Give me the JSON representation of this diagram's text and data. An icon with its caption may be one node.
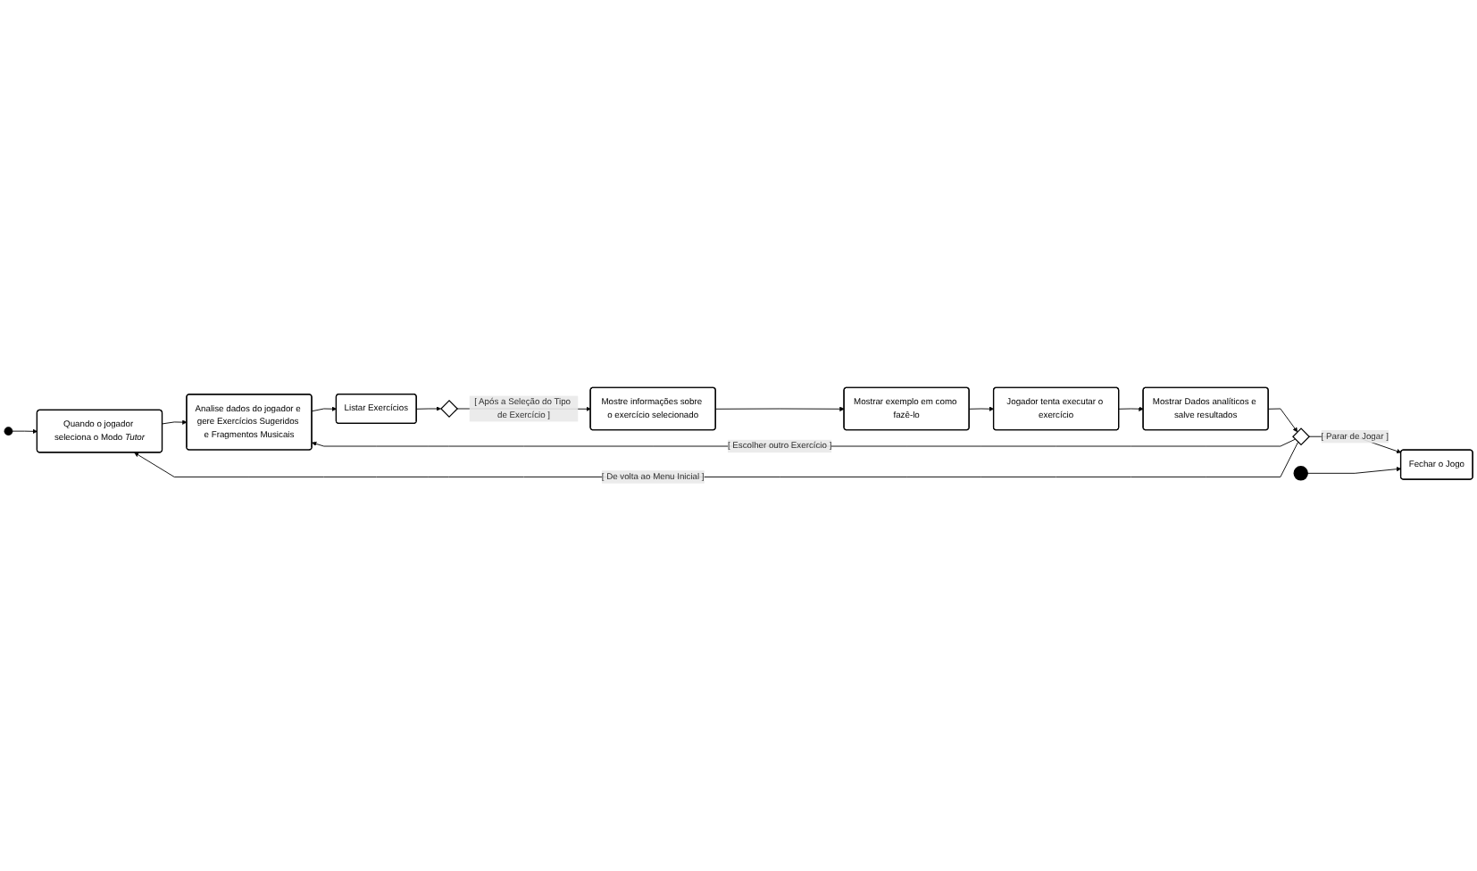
{
  "diagram": {
    "nodes": [
      {
        "text": [],
        "shape": "circle"
      },
      {
        "text": [
          "Quando o jogador seleciona o Modo *Tutor*"
        ]
      },
      {
        "text": [
          "Analise dados do jogador e gere Exercícios Sugeridos e Fragmentos Musicais"
        ]
      },
      {
        "text": [
          "Listar Exercícios"
        ]
      },
      {
        "text": [],
        "shape": "diamond"
      },
      {
        "text": [
          "Mostre informações sobre o exercício selecionado"
        ]
      },
      {
        "text": [
          "Mostrar exemplo em como fazê-lo"
        ]
      },
      {
        "text": [
          "Jogador tenta executar o exercício"
        ]
      },
      {
        "text": [
          "Mostrar Dados analíticos e salve resultados"
        ]
      },
      {
        "text": [],
        "shape": "diamond"
      },
      {
        "text": [
          "Fechar o Jogo"
        ]
      },
      {
        "text": [],
        "shape": "circle"
      }
    ],
    "edges": [
      {
        "from": 0,
        "to": 1,
        "arrow": "to"
      },
      {
        "from": 1,
        "to": 2,
        "arrow": "to"
      },
      {
        "from": 2,
        "to": 3,
        "arrow": "to"
      },
      {
        "from": 3,
        "to": 4,
        "arrow": "to"
      },
      {
        "from": 4,
        "to": 5,
        "arrow": "to",
        "label": "[ Após a Seleção do Tipo de Exercício ]"
      },
      {
        "from": 5,
        "to": 6,
        "arrow": "to"
      },
      {
        "from": 6,
        "to": 7,
        "arrow": "to"
      },
      {
        "from": 7,
        "to": 8,
        "arrow": "to"
      },
      {
        "from": 8,
        "to": 9,
        "arrow": "to"
      },
      {
        "from": 9,
        "to": 2,
        "arrow": "to",
        "label": "[ Escolher outro Exercício ]"
      },
      {
        "from": 9,
        "to": 1,
        "arrow": "to",
        "label": "[ De volta ao Menu Inicial ]"
      },
      {
        "from": 9,
        "to": 10,
        "arrow": "to",
        "label": "[ Parar de Jogar ]"
      },
      {
        "from": 11,
        "to": 10,
        "arrow": "to"
      }
    ]
  }
}
